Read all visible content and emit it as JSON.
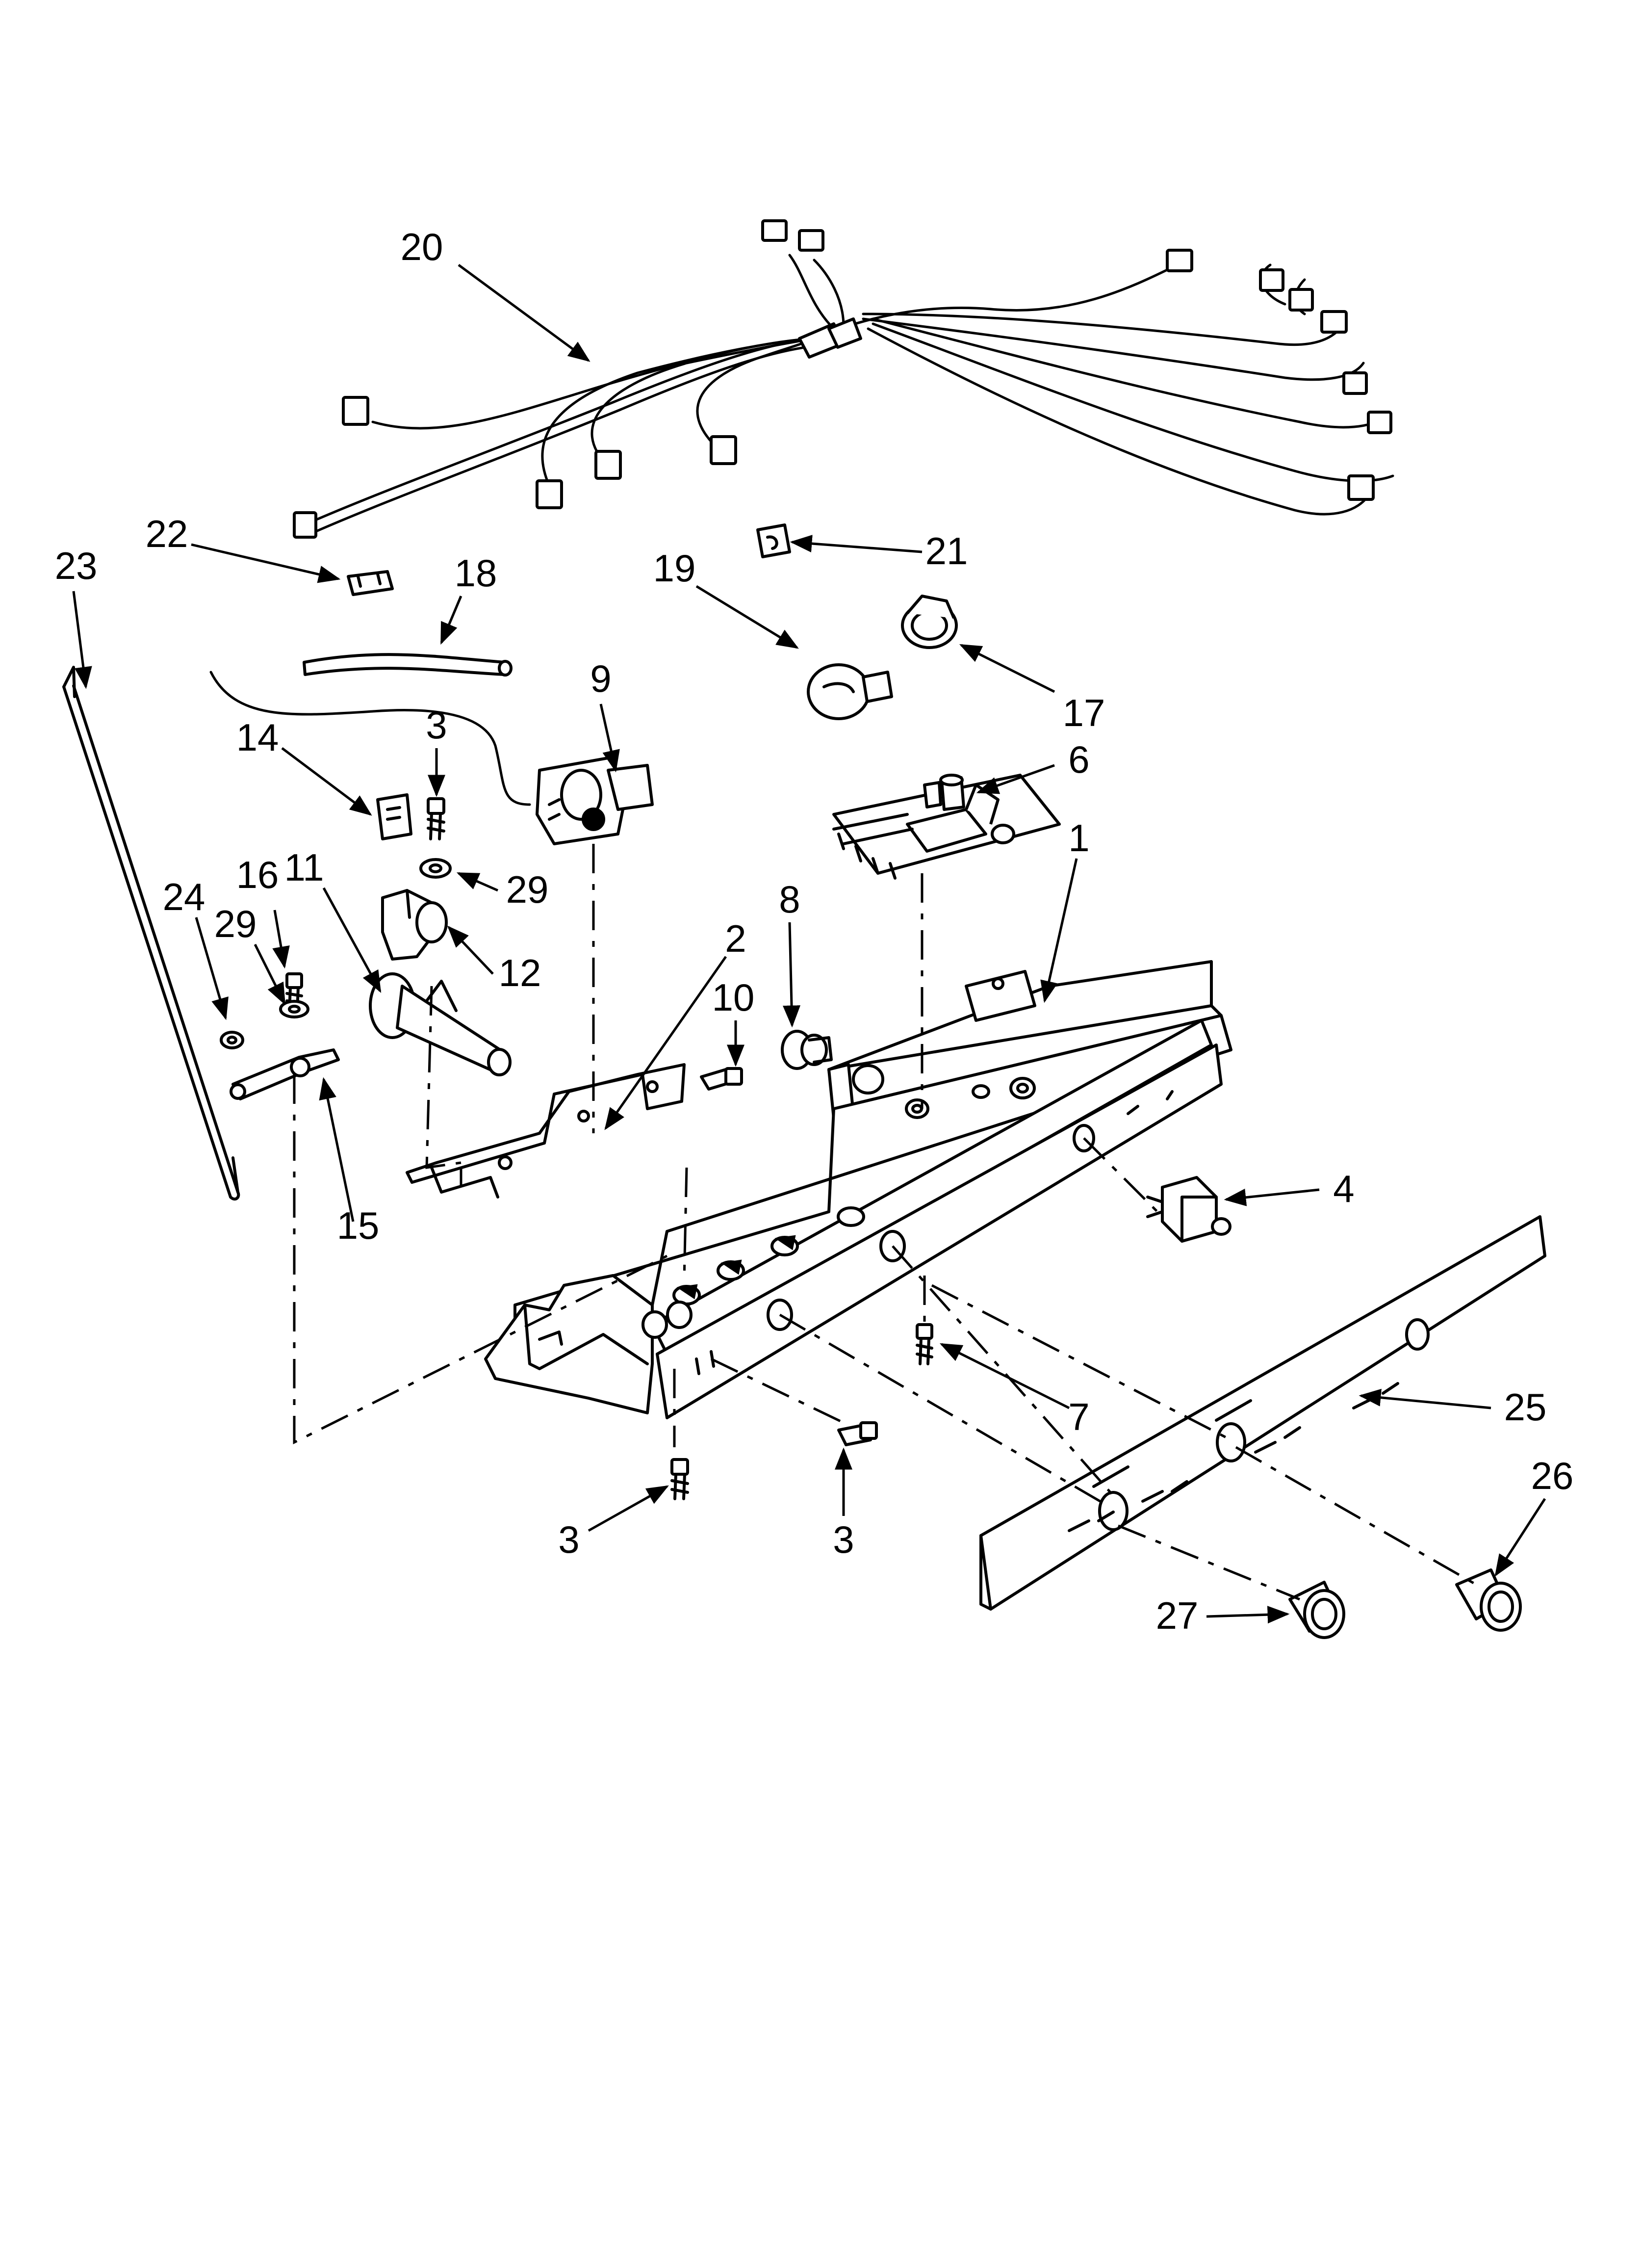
{
  "diagram": {
    "callouts": [
      {
        "id": "c20",
        "label": "20"
      },
      {
        "id": "c22",
        "label": "22"
      },
      {
        "id": "c23",
        "label": "23"
      },
      {
        "id": "c18",
        "label": "18"
      },
      {
        "id": "c19",
        "label": "19"
      },
      {
        "id": "c21",
        "label": "21"
      },
      {
        "id": "c17",
        "label": "17"
      },
      {
        "id": "c9",
        "label": "9"
      },
      {
        "id": "c3a",
        "label": "3"
      },
      {
        "id": "c14",
        "label": "14"
      },
      {
        "id": "c6",
        "label": "6"
      },
      {
        "id": "c1",
        "label": "1"
      },
      {
        "id": "c24",
        "label": "24"
      },
      {
        "id": "c16",
        "label": "16"
      },
      {
        "id": "c11",
        "label": "11"
      },
      {
        "id": "c29a",
        "label": "29"
      },
      {
        "id": "c29b",
        "label": "29"
      },
      {
        "id": "c12",
        "label": "12"
      },
      {
        "id": "c8",
        "label": "8"
      },
      {
        "id": "c2",
        "label": "2"
      },
      {
        "id": "c10",
        "label": "10"
      },
      {
        "id": "c15",
        "label": "15"
      },
      {
        "id": "c4",
        "label": "4"
      },
      {
        "id": "c7",
        "label": "7"
      },
      {
        "id": "c25",
        "label": "25"
      },
      {
        "id": "c26",
        "label": "26"
      },
      {
        "id": "c3b",
        "label": "3"
      },
      {
        "id": "c3c",
        "label": "3"
      },
      {
        "id": "c27",
        "label": "27"
      }
    ]
  }
}
